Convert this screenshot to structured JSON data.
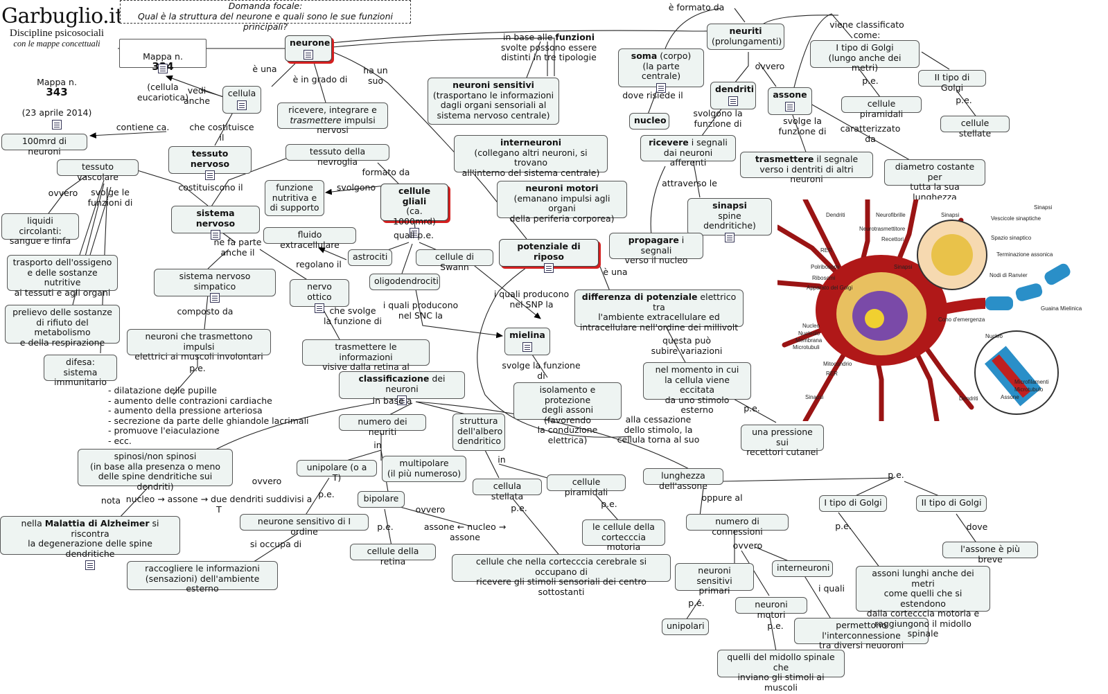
{
  "brand": {
    "title": "Garbuglio.it",
    "subtitle1": "Discipline psicosociali",
    "subtitle2": "con le mappe concettuali"
  },
  "map_info": {
    "label": "Mappa n.",
    "number": "343",
    "date": "(23 aprile 2014)"
  },
  "focal": {
    "title": "Domanda focale:",
    "question": "Qual è la struttura del neurone e quali sono le sue funzioni principali?"
  },
  "map334": {
    "label": "Mappa n.",
    "number": "334",
    "sub": "(cellula eucariotica)"
  },
  "nodes": {
    "neurone": "neurone",
    "cellula": "cellula",
    "ricevere": "ricevere, integrare e",
    "trasmettere_impulsi": "impulsi nervosi",
    "trasmettere_word": "trasmettere",
    "cento_mrd": "100mrd di neuroni",
    "tessuto_nervoso": "tessuto nervoso",
    "tessuto_nevroglia": "tessuto della nevroglia",
    "tessuto_vascolare": "tessuto vascolare",
    "liquidi": "liquidi circolanti:\nsangue e linfa",
    "trasporto": "trasporto dell'ossigeno\ne delle sostanze nutritive\nai tessuti e agli organi",
    "prelievo": "prelievo delle sostanze\ndi rifiuto del metabolismo\ne della respirazione",
    "difesa": "difesa: sistema\nimmunitario",
    "sistema_nervoso": "sistema nervoso",
    "funzione_nutritiva": "funzione\nnutritiva e\ndi supporto",
    "cellule_gliali": "cellule gliali",
    "cellule_gliali_sub": "(ca. 1000mrd)",
    "fluido": "fluido extracellulare",
    "astrociti": "astrociti",
    "cellule_swann": "cellule di Swann",
    "oligodendrociti": "oligodendrociti",
    "sn_simpatico": "sistema nervoso simpatico",
    "nervo_ottico": "nervo ottico",
    "neuroni_impulsi": "neuroni che trasmettono impulsi\nelettrici ai muscoli involontari",
    "trasmettere_info": "trasmettere le informazioni\nvisive dalla retina al cervello",
    "neuroni_sensitivi_b": "neuroni sensitivi",
    "neuroni_sensitivi": "(trasportano le informazioni\ndagli organi sensoriali al\nsistema nervoso centrale)",
    "interneuroni_b": "interneuroni",
    "interneuroni": "(collegano altri neuroni, si trovano\nall'interno del sistema centrale)",
    "neuroni_motori_b": "neuroni motori",
    "neuroni_motori": "(emanano impulsi agli organi\ndella periferia corporea)",
    "potenziale": "potenziale di riposo",
    "mielina": "mielina",
    "isolamento": "isolamento e protezione\ndegli assoni (favorendo\nla conduzione elettrica)",
    "differenza_b": "differenza di potenziale",
    "differenza_rest": " elettrico tra\nl'ambiente extracellulare ed\nintracellulare nell'ordine dei millivolt",
    "momento": "nel momento in cui\nla cellula viene eccitata\nda uno stimolo esterno",
    "pressione": "una pressione sui\nrecettori cutanei",
    "soma_b": "soma",
    "soma_rest": " (corpo)\n(la parte centrale)",
    "nucleo": "nucleo",
    "neuriti": "neuriti",
    "neuriti_sub": "(prolungamenti)",
    "dendriti": "dendriti",
    "assone": "assone",
    "ricevere_segnali_b": "ricevere",
    "ricevere_segnali_rest": " i segnali\ndai neuroni afferenti",
    "sinapsi_b": "sinapsi",
    "sinapsi_sub": "spine dendritiche)",
    "propagare_b": "propagare",
    "propagare_rest": " i segnali\nverso il nucleo",
    "trasmettere_segnale_b": "trasmettere",
    "trasmettere_segnale_rest": " il segnale\nverso i dentriti di altri neuroni",
    "diametro": "diametro costante per\ntutta la sua lunghezza",
    "golgi1_top": "I tipo di Golgi\n(lungo anche dei metri)",
    "golgi2_top": "II tipo di Golgi",
    "piramidali_top": "cellule piramidali",
    "stellate_top": "cellule stellate",
    "classificazione_b": "classificazione",
    "classificazione_rest": " dei neuroni",
    "numero_neuriti": "numero dei neuriti",
    "struttura_albero": "struttura\ndell'albero\ndendritico",
    "spinosi": "spinosi/non spinosi\n(in base alla presenza o meno\ndelle spine dendritiche sui dendriti)",
    "alzheimer_pre": "nella ",
    "alzheimer_b": "Malattia di Alzheimer",
    "alzheimer_rest": " si riscontra\nla degenerazione delle spine dendritiche",
    "unipolare_T": "unipolare (o a T)",
    "multipolare": "multipolare\n(il più numeroso)",
    "bipolare": "bipolare",
    "neurone_sensitivo": "neurone sensitivo di I ordine",
    "raccogliere": "raccogliere le informazioni\n(sensazioni) dell'ambiente esterno",
    "cellule_retina": "cellule della retina",
    "cellula_stellata": "cellula stellata",
    "cellule_piramidali": "cellule piramidali",
    "cellule_corteccia_motoria": "le cellule della\ncortecccia motoria",
    "cellule_corteccia_cerebrale": "cellule che nella cortecccia cerebrale si occupano di\nricevere gli stimoli sensoriali dei centro sottostanti",
    "lunghezza_assone": "lunghezza dell'assone",
    "numero_connessioni": "numero di connessioni",
    "neuroni_sensitivi_primari": "neuroni sensitivi\nprimari",
    "interneuroni2": "interneuroni",
    "neuroni_motori2": "neuroni motori",
    "unipolari": "unipolari",
    "permettono": "permettono l'interconnessione\ntra diversi neuoroni",
    "midollo": "quelli del midollo spinale che\ninviano gli stimoli ai muscoli",
    "golgi1_bottom": "I tipo di Golgi",
    "golgi2_bottom": "II tipo di Golgi",
    "assone_breve": "l'assone è più breve",
    "assoni_lunghi": "assoni lunghi anche dei metri\ncome quelli che si estendono\ndalla cortecccia motoria e\nraggiungono il midollo spinale"
  },
  "labels": {
    "e_una": "è una",
    "in_grado": "è in grado di",
    "ha_un_suo": "ha un\nsuo",
    "vedi_anche": "vedi\nanche",
    "che_costituisce": "che costituisce il",
    "contiene": "contiene ca.",
    "costituiscono": "costituiscono il",
    "ovvero1": "ovvero",
    "svolge_funzioni": "svolge le\nfunzioni di",
    "formato_da": "formato da",
    "svolgono": "svolgono",
    "quali_pe": "quali p.e.",
    "regolano": "regolano il",
    "ne_fa_parte": "ne fa parte\nanche il",
    "composto_da": "composto da",
    "che_svolge": "che svolge\nla funzione di",
    "pe1": "p.e.",
    "i_quali_snp": "i quali producono\nnel SNP la",
    "i_quali_snc": "i quali producono\nnel SNC la",
    "svolge_funzione": "svolge la funzione di",
    "in_base_funzioni_pre": "in base alle ",
    "in_base_funzioni_b": "funzioni",
    "in_base_funzioni_rest": "\nsvolte possono essere\ndistinti in tre tipologie",
    "e_formato_da": "è formato da",
    "dove_risiede": "dove risiede il",
    "ovvero2": "ovvero",
    "svolgono_funzione": "svolgono la\nfunzione di",
    "attraverso": "attraverso le",
    "svolge_funzione_di": "svolge la\nfunzione di",
    "caratterizzato": "caratterizzato da",
    "viene_classificato": "viene classificato come:",
    "pe_golgi1": "p.e.",
    "pe_golgi2": "p.e.",
    "e_una2": "è una",
    "questa_puo": "questa può\nsubire variazioni",
    "alla_cessazione": "alla cessazione\ndello stimolo, la\ncellula torna al suo",
    "pe_pressione": "p.e.",
    "in_base_a": "in base a",
    "in1": "in",
    "in2": "in",
    "ovvero3": "ovvero",
    "nota": "nota",
    "nucleo_assone": "nucleo → assone → due dendriti suddivisi a T",
    "pe_unipolare": "p.e.",
    "si_occupa": "si occupa di",
    "pe_bipolare": "p.e.",
    "ovvero4": "ovvero",
    "assone_nucleo": "assone ← nucleo → assone",
    "pe_stellata": "p.e.",
    "pe_piramidali": "p.e.",
    "oppure_al": "oppure al",
    "ovvero5": "ovvero",
    "pe_sensitivi": "p.e.",
    "i_quali": "i quali",
    "pe_motori": "p.e.",
    "pe_lunghezza": "p.e.",
    "dove": "dove",
    "pe_golgi_b1": "p.e."
  },
  "list_items": "- dilatazione delle pupille\n- aumento delle contrazioni cardiache\n- aumento della pressione arteriosa\n- secrezione da parte delle ghiandole lacrimali\n- promuove l'eiaculazione\n- ecc.",
  "neuron_labels": {
    "dendriti": "Dendriti",
    "neurofibrille": "Neurofibrille",
    "neurotrasmettitore": "Neurotrasmettitore",
    "recettori": "Recettori",
    "sinapsi1": "Sinapsi",
    "vescicole": "Vescicole\nsinaptiche",
    "spazio": "Spazio\nsinaptico",
    "terminazione": "Terminazione\nassonica",
    "sinapsi_top": "Sinapsi",
    "rer": "RER",
    "poliribosomi": "Polribosomi",
    "ribosomi": "Ribosomi",
    "apparato": "Apparato\ndel Golgi",
    "sinapsi2": "Sinapsi",
    "nodi": "Nodi di Ranvier",
    "guaina": "Guaina Mielinica",
    "cono": "Cono\nd'emergenza",
    "nucleo": "Nucleo",
    "nucleolo": "Nucleolo",
    "membrana": "Membrana",
    "microtubuli": "Microtubuli",
    "mitocondrio": "Mitocondrio",
    "rer2": "RER",
    "sinapsi3": "Sinapsi",
    "dendriti2": "Dendriti",
    "nucleo2": "Nucleo",
    "microfilamenti": "Microfilamenti",
    "microtubulo": "Microtubulo",
    "assone": "Assone"
  },
  "colors": {
    "accent_red": "#d42020",
    "node_fill": "#eef4f2",
    "neuron_red": "#b01818",
    "myelin": "#2a8fc8"
  }
}
